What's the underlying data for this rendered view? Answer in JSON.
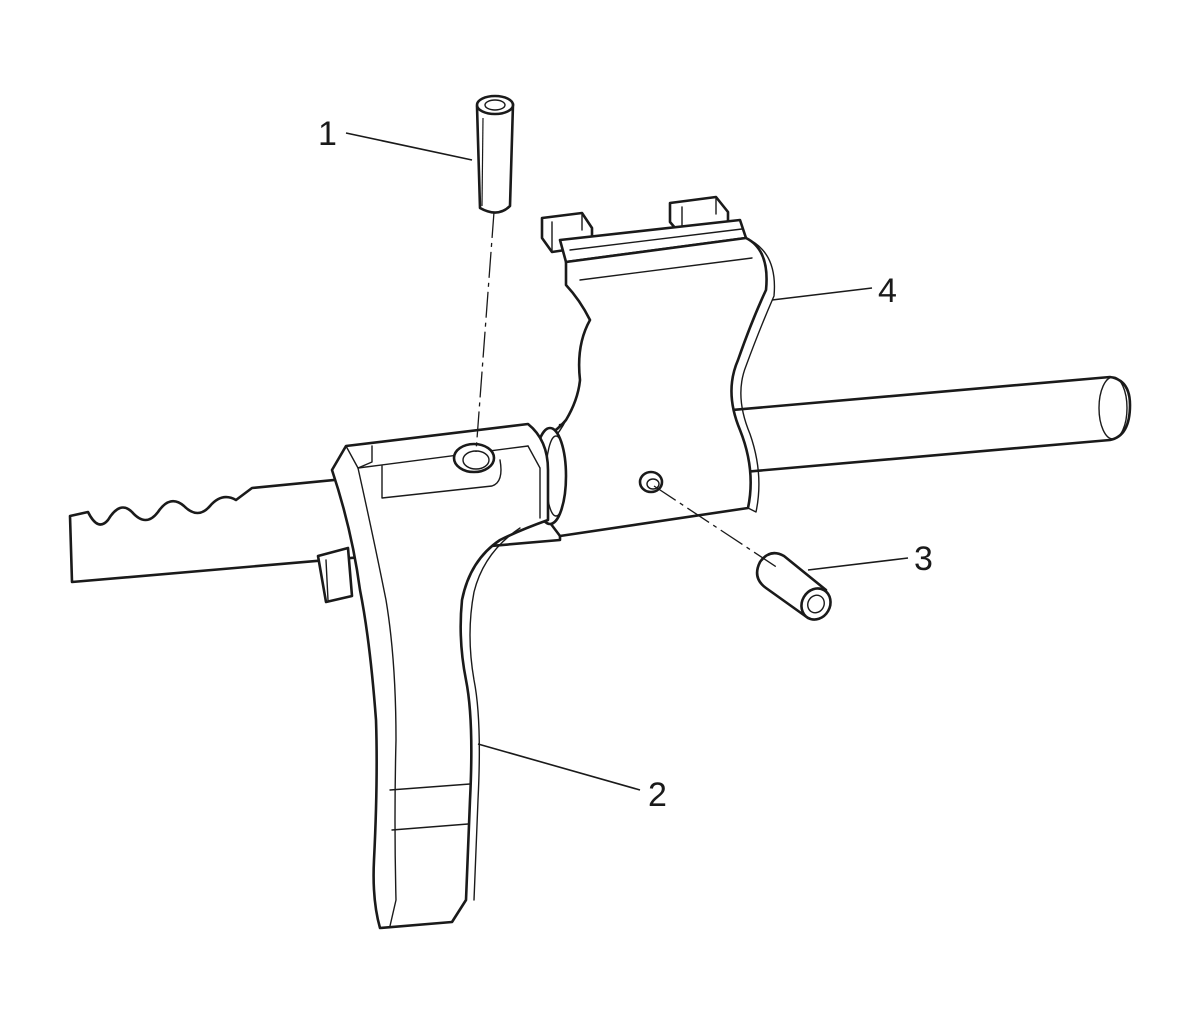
{
  "diagram": {
    "callouts": [
      {
        "id": "1",
        "text": "1"
      },
      {
        "id": "2",
        "text": "2"
      },
      {
        "id": "3",
        "text": "3"
      },
      {
        "id": "4",
        "text": "4"
      }
    ],
    "colors": {
      "line": "#1a1a1a",
      "background": "#ffffff"
    }
  }
}
